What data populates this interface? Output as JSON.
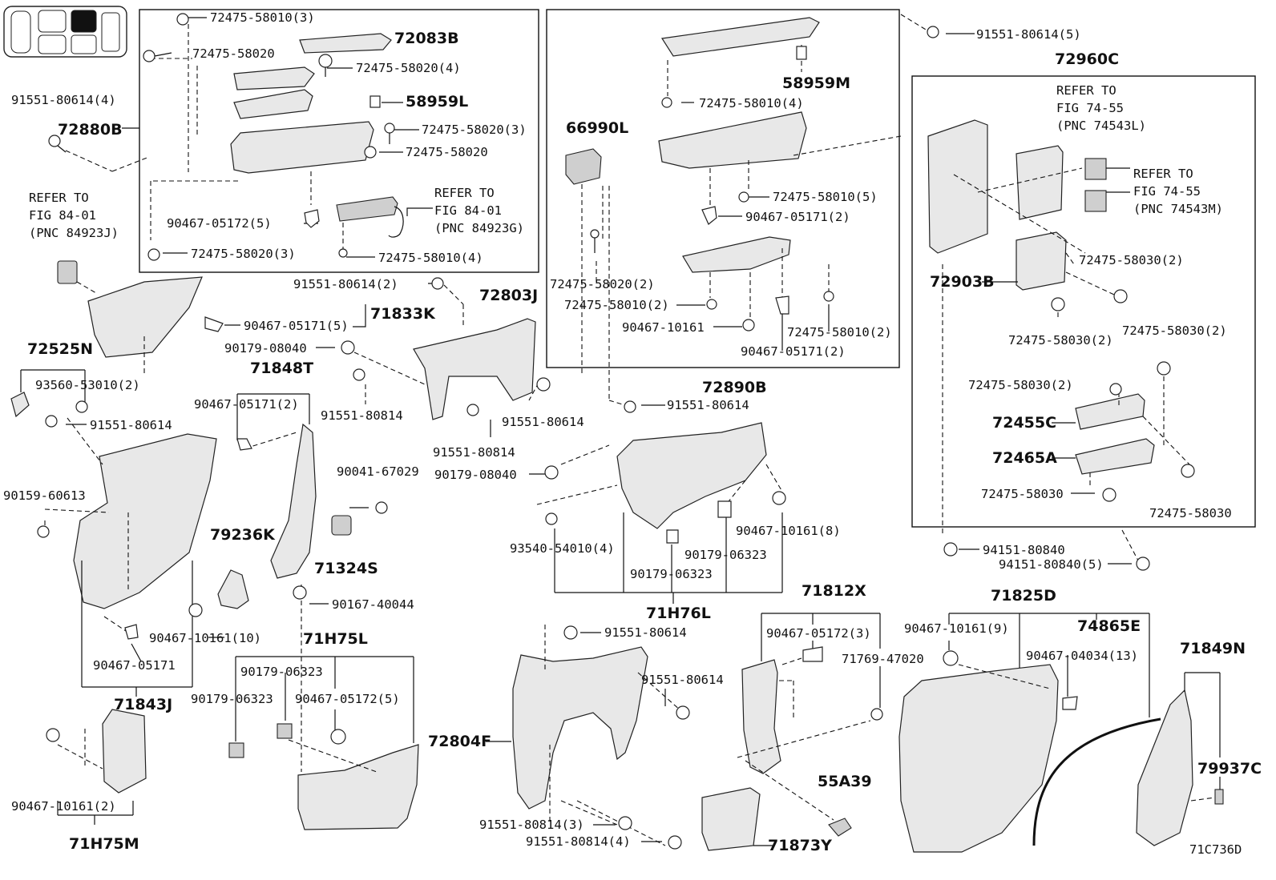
{
  "labels": {
    "p72475_58010_3": "72475-58010(3)",
    "p72083B": "72083B",
    "p72475_58020_a": "72475-58020",
    "p72475_58020_4": "72475-58020(4)",
    "p91551_80614_4": "91551-80614(4)",
    "p58959L": "58959L",
    "p72880B": "72880B",
    "p72475_58020_3a": "72475-58020(3)",
    "p72475_58020_b": "72475-58020",
    "refer_84_01_a_1": "REFER TO",
    "refer_84_01_a_2": "FIG 84-01",
    "refer_84_01_a_3": "(PNC 84923J)",
    "refer_84_01_b_1": "REFER TO",
    "refer_84_01_b_2": "FIG 84-01",
    "refer_84_01_b_3": "(PNC 84923G)",
    "p90467_05172_5": "90467-05172(5)",
    "p72475_58020_3b": "72475-58020(3)",
    "p72475_58010_4a": "72475-58010(4)",
    "p91551_80614_2": "91551-80614(2)",
    "p72803J": "72803J",
    "p71833K": "71833K",
    "p90467_05171_5": "90467-05171(5)",
    "p72525N": "72525N",
    "p90179_08040_a": "90179-08040",
    "p71848T": "71848T",
    "p93560_53010_2": "93560-53010(2)",
    "p91551_80814_a": "91551-80814",
    "p91551_80614_a": "91551-80614",
    "p90467_05171_2a": "90467-05171(2)",
    "p91551_80614_b": "91551-80614",
    "p91551_80814_b": "91551-80814",
    "p90041_67029": "90041-67029",
    "p90179_08040_b": "90179-08040",
    "p90159_60613": "90159-60613",
    "p79236K": "79236K",
    "p71324S": "71324S",
    "p90167_40044": "90167-40044",
    "p90467_10161_10": "90467-10161(10)",
    "p90467_05171_a": "90467-05171",
    "p71843J": "71843J",
    "p71H75L": "71H75L",
    "p90179_06323_a": "90179-06323",
    "p90179_06323_b": "90179-06323",
    "p90467_05172_5b": "90467-05172(5)",
    "p90467_10161_2": "90467-10161(2)",
    "p71H75M": "71H75M",
    "p58959M": "58959M",
    "p72475_58010_4b": "72475-58010(4)",
    "p66990L": "66990L",
    "p72475_58010_5": "72475-58010(5)",
    "p90467_05171_2b": "90467-05171(2)",
    "p72475_58020_2": "72475-58020(2)",
    "p72475_58010_2a": "72475-58010(2)",
    "p90467_10161": "90467-10161",
    "p72475_58010_2b": "72475-58010(2)",
    "p90467_05171_2c": "90467-05171(2)",
    "p72890B": "72890B",
    "p91551_80614_c": "91551-80614",
    "p93540_54010_4": "93540-54010(4)",
    "p90467_10161_8": "90467-10161(8)",
    "p90179_06323_c": "90179-06323",
    "p90179_06323_d": "90179-06323",
    "p71H76L": "71H76L",
    "p91551_80614_d": "91551-80614",
    "p91551_80614_e": "91551-80614",
    "p72804F": "72804F",
    "p91551_80814_3": "91551-80814(3)",
    "p91551_80814_4": "91551-80814(4)",
    "p91551_80614_5": "91551-80614(5)",
    "p72960C": "72960C",
    "refer_74_55_a_1": "REFER TO",
    "refer_74_55_a_2": "FIG 74-55",
    "refer_74_55_a_3": "(PNC 74543L)",
    "refer_74_55_b_1": "REFER TO",
    "refer_74_55_b_2": "FIG 74-55",
    "refer_74_55_b_3": "(PNC 74543M)",
    "p72475_58030_2a": "72475-58030(2)",
    "p72903B": "72903B",
    "p72475_58030_2b": "72475-58030(2)",
    "p72475_58030_2c": "72475-58030(2)",
    "p72475_58030_2d": "72475-58030(2)",
    "p72455C": "72455C",
    "p72465A": "72465A",
    "p72475_58030_a": "72475-58030",
    "p72475_58030_b": "72475-58030",
    "p94151_80840": "94151-80840",
    "p94151_80840_5": "94151-80840(5)",
    "p71812X": "71812X",
    "p90467_05172_3": "90467-05172(3)",
    "p71769_47020": "71769-47020",
    "p55A39": "55A39",
    "p71873Y": "71873Y",
    "p71825D": "71825D",
    "p90467_10161_9": "90467-10161(9)",
    "p74865E": "74865E",
    "p90467_04034_13": "90467-04034(13)",
    "p71849N": "71849N",
    "p79937C": "79937C",
    "code": "71C736D"
  }
}
